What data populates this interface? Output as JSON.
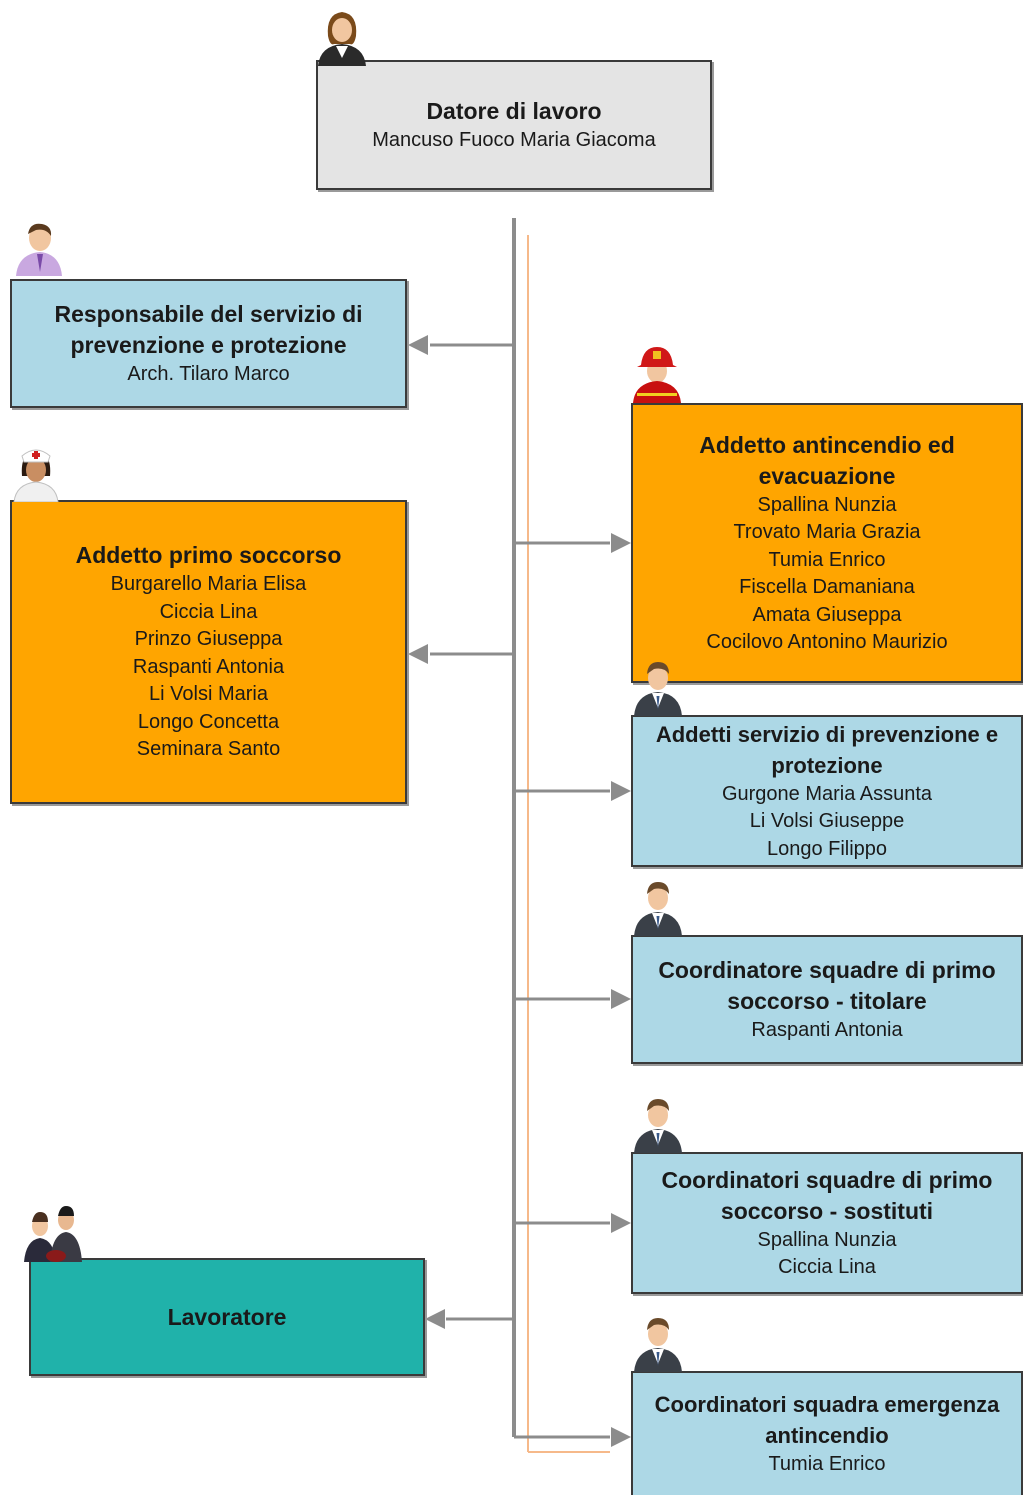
{
  "top": {
    "title": "Datore di lavoro",
    "people": [
      "Mancuso Fuoco Maria Giacoma"
    ]
  },
  "rspp": {
    "title": "Responsabile del servizio di prevenzione e protezione",
    "people": [
      "Arch. Tilaro Marco"
    ]
  },
  "primo_soccorso": {
    "title": "Addetto primo soccorso",
    "people": [
      "Burgarello Maria Elisa",
      "Ciccia Lina",
      "Prinzo Giuseppa",
      "Raspanti Antonia",
      "Li Volsi  Maria",
      "Longo Concetta",
      "Seminara Santo"
    ]
  },
  "lavoratore": {
    "title": "Lavoratore"
  },
  "antincendio": {
    "title": "Addetto antincendio ed evacuazione",
    "people": [
      "Spallina Nunzia",
      "Trovato Maria Grazia",
      "Tumia  Enrico",
      "Fiscella Damaniana",
      "Amata Giuseppa",
      "Cocilovo Antonino Maurizio"
    ]
  },
  "aspp": {
    "title": "Addetti servizio di prevenzione e protezione",
    "people": [
      "Gurgone Maria Assunta",
      "Li Volsi Giuseppe",
      "Longo Filippo"
    ]
  },
  "coord_titolare": {
    "title": "Coordinatore squadre di primo soccorso - titolare",
    "people": [
      "Raspanti Antonia"
    ]
  },
  "coord_sostituti": {
    "title": "Coordinatori squadre di primo soccorso - sostituti",
    "people": [
      "Spallina Nunzia",
      "Ciccia Lina"
    ]
  },
  "coord_emergenza": {
    "title": "Coordinatori squadra emergenza antincendio",
    "people": [
      "Tumia  Enrico"
    ]
  },
  "colors": {
    "blue": "#add8e6",
    "orange": "#ffa500",
    "gray": "#e4e4e4",
    "teal": "#20b2aa",
    "connector": "#8c8c8c"
  },
  "icons": {
    "top": "businesswoman-icon",
    "rspp": "businessman-purple-shirt-icon",
    "primo_soccorso": "nurse-icon",
    "lavoratore": "workers-group-icon",
    "antincendio": "firefighter-icon",
    "aspp": "businessman-icon",
    "coord_titolare": "businessman-icon",
    "coord_sostituti": "businessman-icon",
    "coord_emergenza": "businessman-icon"
  }
}
